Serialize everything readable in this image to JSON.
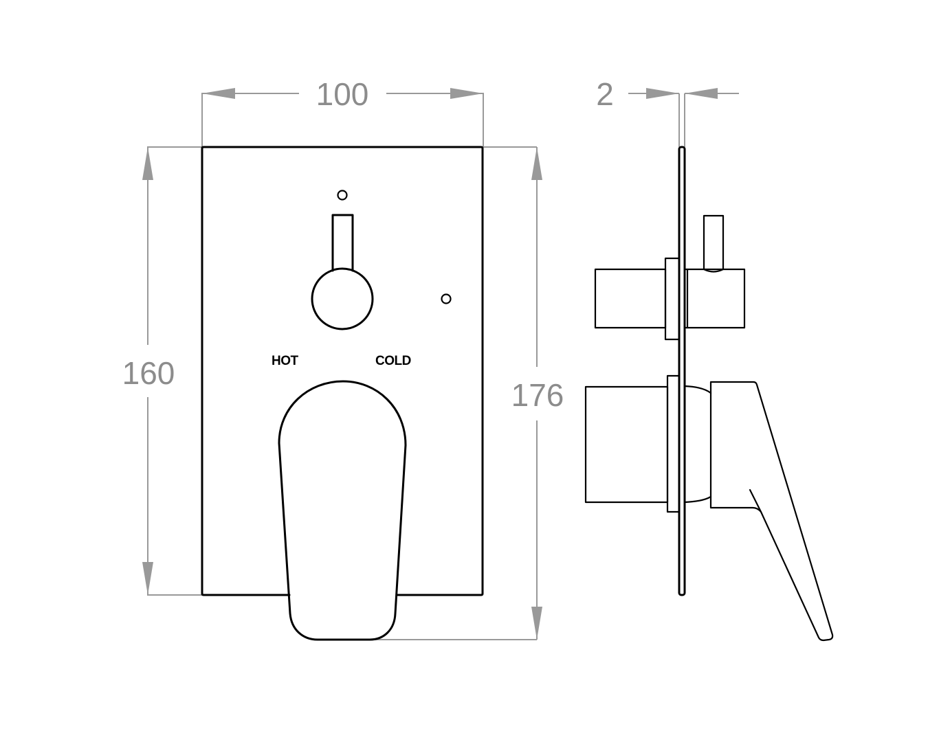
{
  "drawing": {
    "title": "Concealed shower mixer with diverter - dimension drawing",
    "units": "mm",
    "colors": {
      "outline": "#000000",
      "dimension": "#999999",
      "dimension_text": "#8c8c8c",
      "background": "#ffffff"
    }
  },
  "front_view": {
    "labels": {
      "hot": "HOT",
      "cold": "COLD"
    },
    "parts": [
      "cover-plate",
      "diverter-knob",
      "diverter-lever",
      "mixer-handle",
      "indicator-hole-top",
      "indicator-hole-right"
    ]
  },
  "side_view": {
    "parts": [
      "plate-profile",
      "diverter-body",
      "diverter-flange",
      "diverter-stem",
      "mixer-body",
      "mixer-flange",
      "mixer-lever"
    ]
  },
  "dimensions": {
    "plate_width": "100",
    "plate_height": "160",
    "overall_height": "176",
    "plate_thickness": "2"
  }
}
